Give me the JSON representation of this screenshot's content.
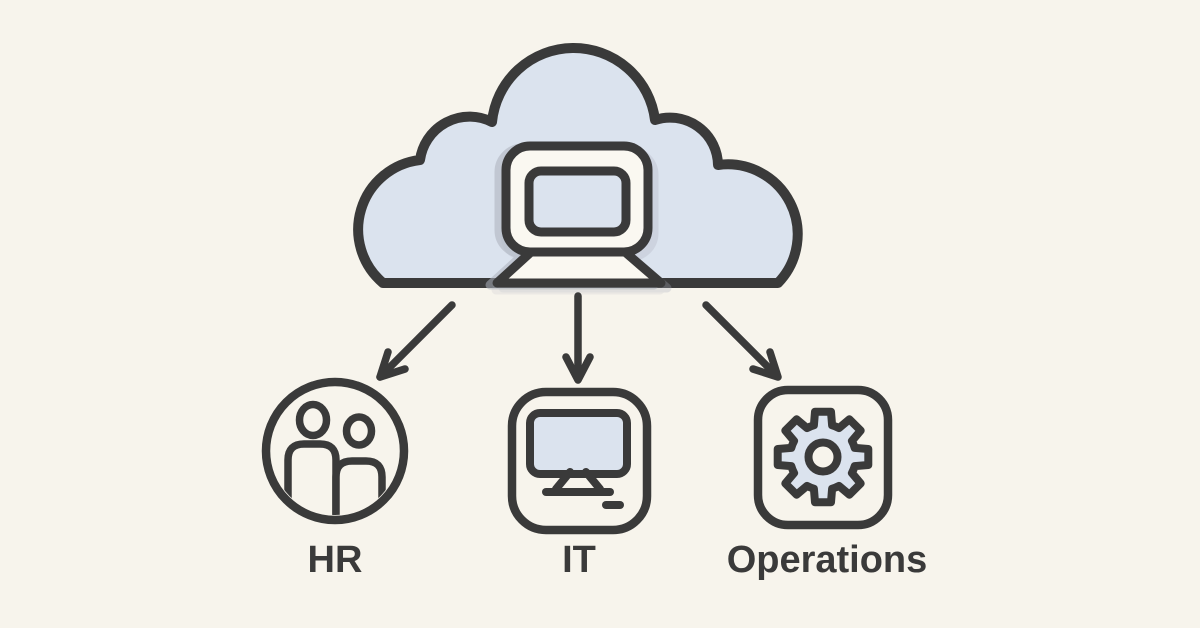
{
  "colors": {
    "background": "#f7f4ec",
    "ink": "#3a3a3a",
    "fill_blue": "#dbe3ee",
    "fill_paper": "#faf8f1"
  },
  "cloud": {
    "icon": "cloud-computer-icon"
  },
  "connections": [
    {
      "from": "cloud",
      "to": "HR"
    },
    {
      "from": "cloud",
      "to": "IT"
    },
    {
      "from": "cloud",
      "to": "Operations"
    }
  ],
  "nodes": [
    {
      "id": "hr",
      "label": "HR",
      "icon": "people-icon",
      "shape": "circle"
    },
    {
      "id": "it",
      "label": "IT",
      "icon": "desktop-monitor-icon",
      "shape": "rounded-square"
    },
    {
      "id": "operations",
      "label": "Operations",
      "icon": "gear-icon",
      "shape": "rounded-square"
    }
  ]
}
